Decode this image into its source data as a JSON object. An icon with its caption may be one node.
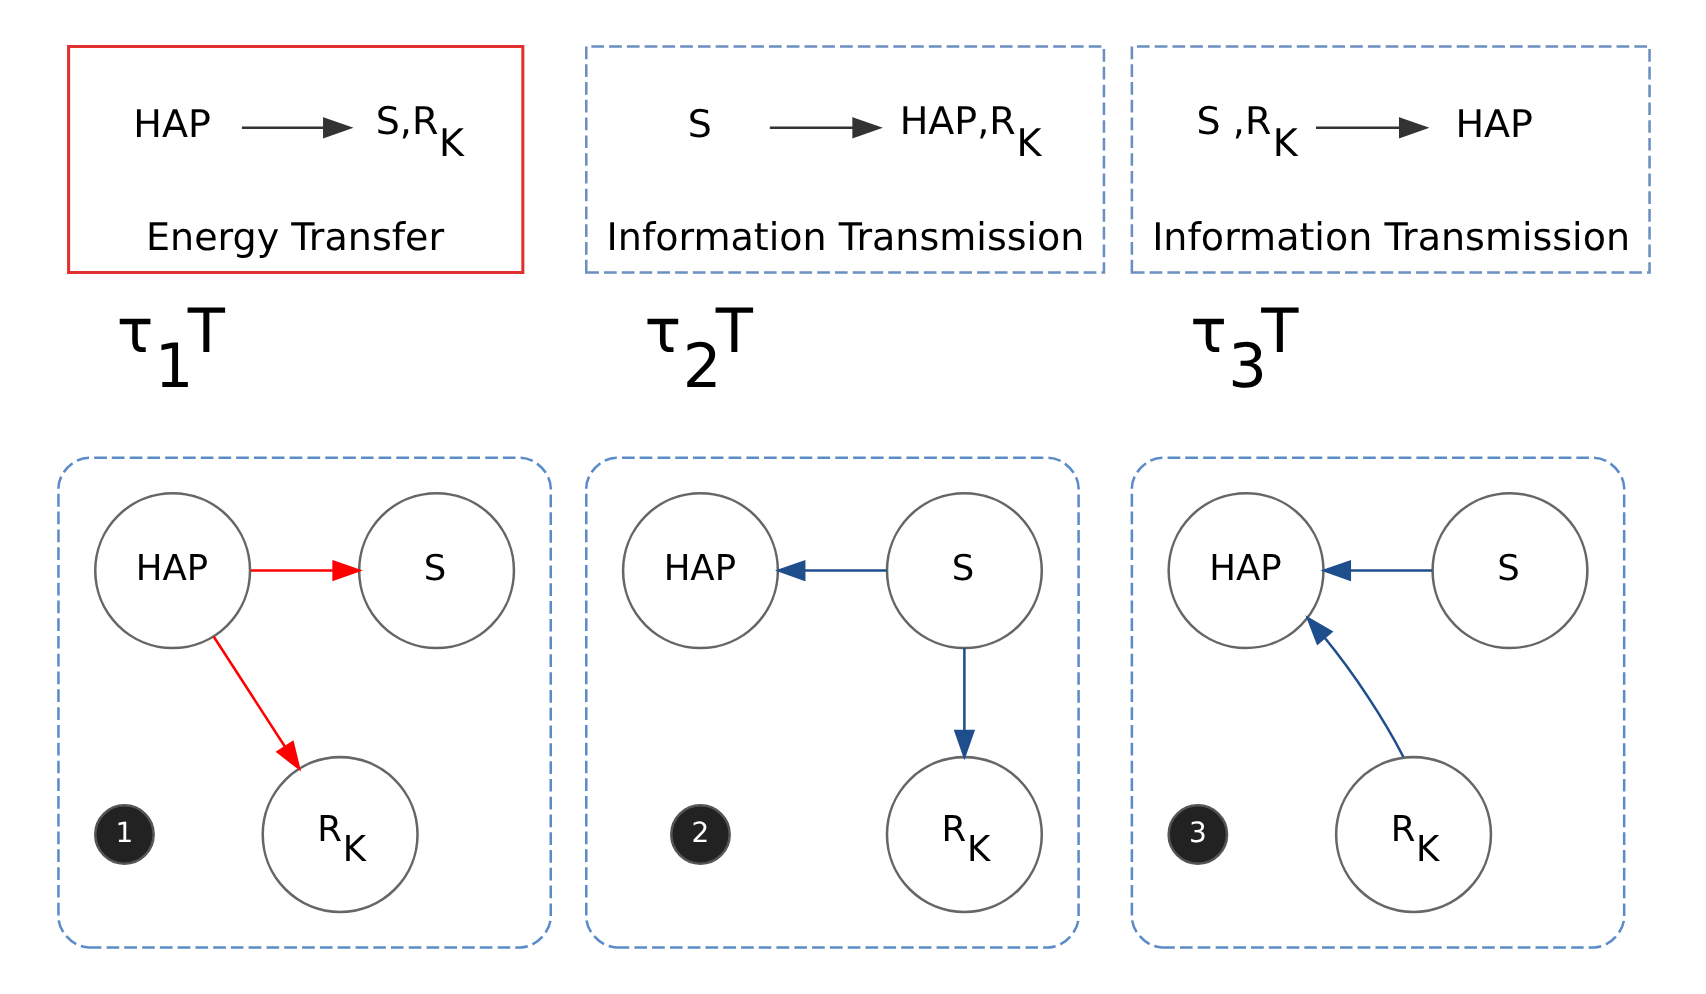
{
  "diagram": {
    "nodes": [
      {
        "text": [
          "Energy Transfer"
        ]
      },
      {
        "text": [
          "HAP"
        ],
        "in": 0
      },
      {
        "text": [
          "S,R$_{K}$"
        ],
        "in": 0
      },
      {
        "text": [
          "Information Transmission"
        ]
      },
      {
        "text": [
          "S"
        ],
        "in": 3
      },
      {
        "text": [
          "HAP,R$_{K}$"
        ],
        "in": 3
      },
      {
        "text": [
          "Information Transmission"
        ]
      },
      {
        "text": [
          "S ,R$_{K}$"
        ],
        "in": 6
      },
      {
        "text": [
          "HAP"
        ],
        "in": 6
      },
      {
        "text": [],
        "shape": "box"
      },
      {
        "text": [
          "HAP"
        ],
        "in": 9
      },
      {
        "text": [
          "S"
        ],
        "in": 9
      },
      {
        "text": [
          "R$_{K}$"
        ],
        "in": 9
      },
      {
        "text": [
          "1"
        ],
        "in": 9
      },
      {
        "text": [],
        "shape": "box"
      },
      {
        "text": [
          "HAP"
        ],
        "in": 14
      },
      {
        "text": [
          "S"
        ],
        "in": 14
      },
      {
        "text": [
          "R$_{K}$"
        ],
        "in": 14
      },
      {
        "text": [
          "2"
        ],
        "in": 14
      },
      {
        "text": [],
        "shape": "box"
      },
      {
        "text": [
          "HAP"
        ],
        "in": 19
      },
      {
        "text": [
          "S"
        ],
        "in": 19
      },
      {
        "text": [
          "R$_{K}$"
        ],
        "in": 19
      },
      {
        "text": [
          "3"
        ],
        "in": 19
      }
    ],
    "edges": [
      {
        "from": 1,
        "to": 2,
        "arrow": "to"
      },
      {
        "from": 4,
        "to": 5,
        "arrow": "to"
      },
      {
        "from": 7,
        "to": 8,
        "arrow": "to"
      },
      {
        "from": 10,
        "to": 11,
        "arrow": "to",
        "color": "#ff0000"
      },
      {
        "from": 10,
        "to": 12,
        "arrow": "to",
        "color": "#ff0000"
      },
      {
        "from": 16,
        "to": 15,
        "arrow": "to",
        "color": "#1f4e8c"
      },
      {
        "from": 16,
        "to": 17,
        "arrow": "to",
        "color": "#1f4e8c"
      },
      {
        "from": 21,
        "to": 20,
        "arrow": "to",
        "color": "#1f4e8c"
      },
      {
        "from": 22,
        "to": 20,
        "arrow": "to",
        "color": "#1f4e8c"
      }
    ],
    "labels": [
      "τ$_{1}$T",
      "τ$_{2}$T",
      "τ$_{3}$T"
    ]
  }
}
